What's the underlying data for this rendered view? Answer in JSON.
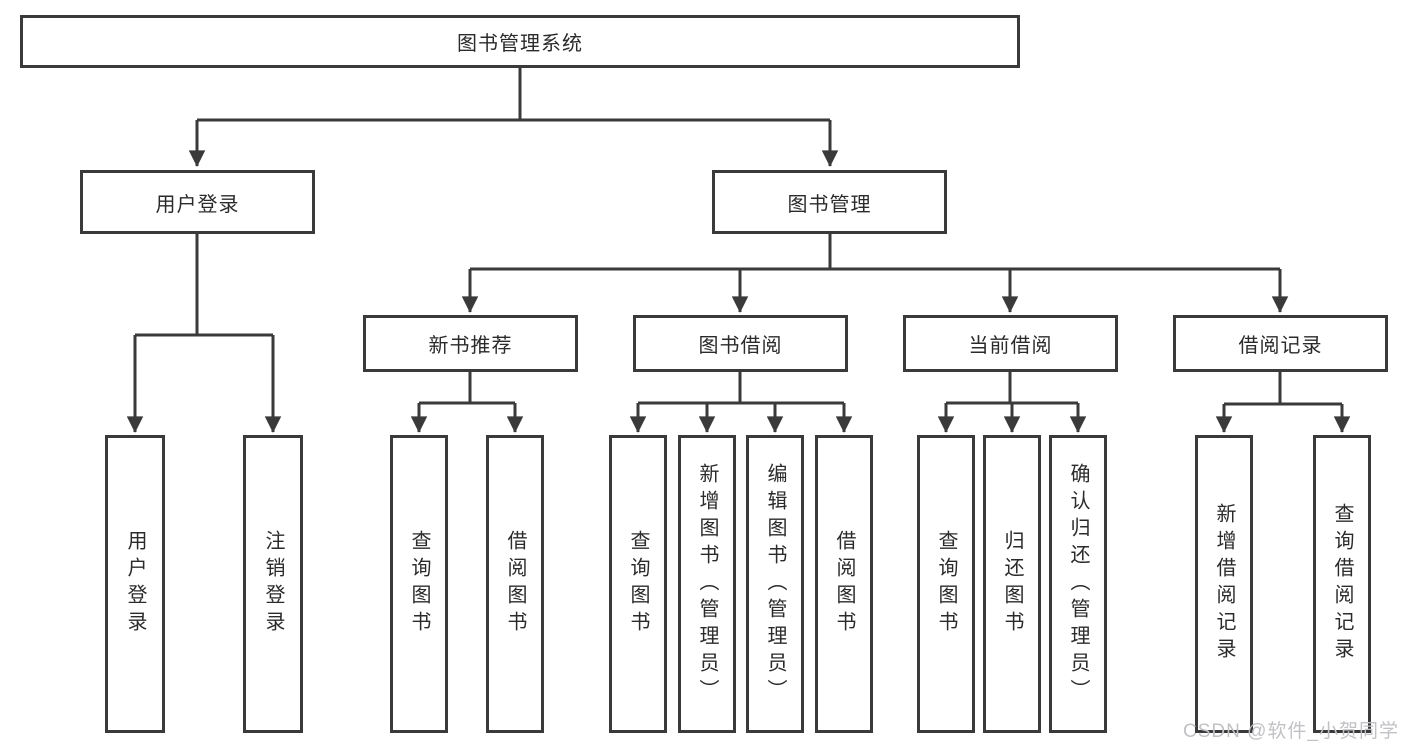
{
  "diagram": {
    "nodes": {
      "root": "图书管理系统",
      "user_login": "用户登录",
      "book_management": "图书管理",
      "new_book_recommend": "新书推荐",
      "book_borrowing": "图书借阅",
      "current_borrowing": "当前借阅",
      "borrowing_records": "借阅记录"
    },
    "leaves": {
      "user_login": "用户登录",
      "logout": "注销登录",
      "nb_query_books": "查询图书",
      "nb_borrow_books": "借阅图书",
      "bb_query_books": "查询图书",
      "bb_add_books": "新增图书（管理员）",
      "bb_edit_books": "编辑图书（管理员）",
      "bb_borrow_books": "借阅图书",
      "cb_query_books": "查询图书",
      "cb_return_books": "归还图书",
      "cb_confirm_return": "确认归还（管理员）",
      "br_add_record": "新增借阅记录",
      "br_query_record": "查询借阅记录"
    }
  },
  "watermark": "CSDN @软件_小贺同学",
  "colors": {
    "line": "#3a3a3a",
    "border": "#3a3a3a",
    "text": "#2b2b2b",
    "watermark": "#c2c2c6",
    "background": "#ffffff"
  }
}
